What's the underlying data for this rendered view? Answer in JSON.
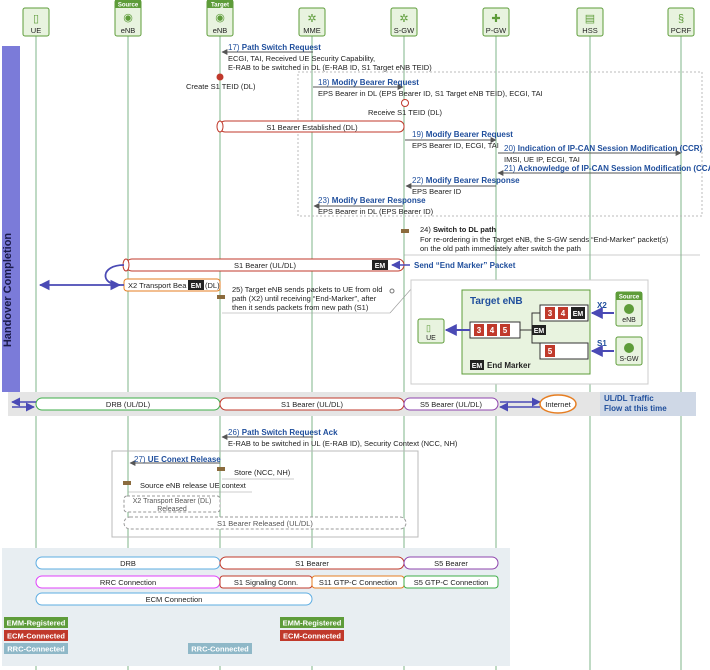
{
  "entities": [
    {
      "name": "UE",
      "role": "",
      "icon": "phone-icon"
    },
    {
      "name": "eNB",
      "role": "Source",
      "icon": "antenna-icon"
    },
    {
      "name": "eNB",
      "role": "Target",
      "icon": "antenna-icon"
    },
    {
      "name": "MME",
      "role": "",
      "icon": "gear-icon"
    },
    {
      "name": "S-GW",
      "role": "",
      "icon": "gear-icon"
    },
    {
      "name": "P-GW",
      "role": "",
      "icon": "router-icon"
    },
    {
      "name": "HSS",
      "role": "",
      "icon": "database-icon"
    },
    {
      "name": "PCRF",
      "role": "",
      "icon": "policy-icon"
    }
  ],
  "phase_label": "Handover Completion",
  "steps": {
    "s17": {
      "num": "17)",
      "title": "Path Switch Request",
      "l1": "ECGI, TAI, Received UE Security Capability,",
      "l2": "E-RAB to be switched in DL (E-RAB ID, S1 Target eNB TEID)"
    },
    "create_teid": "Create S1 TEID (DL)",
    "s18": {
      "num": "18)",
      "title": "Modify Bearer Request",
      "l1": "EPS Bearer in DL (EPS Bearer ID, S1 Target eNB TEID), ECGI, TAI"
    },
    "receive_teid": "Receive S1 TEID (DL)",
    "s1_established": "S1 Bearer Established (DL)",
    "s19": {
      "num": "19)",
      "title": "Modify Bearer Request",
      "l1": "EPS Bearer ID, ECGI, TAI"
    },
    "s20": {
      "num": "20)",
      "title": "Indication of IP-CAN Session Modification (CCR)",
      "l1": "IMSI, UE IP, ECGI, TAI"
    },
    "s21": {
      "num": "21)",
      "title": "Acknowledge of IP-CAN Session Modification (CCA)"
    },
    "s22": {
      "num": "22)",
      "title": "Modify Bearer Response",
      "l1": "EPS Bearer ID"
    },
    "s23": {
      "num": "23)",
      "title": "Modify Bearer Response",
      "l1": "EPS Bearer in DL (EPS Bearer ID)"
    },
    "s24": {
      "num": "24)",
      "title": "Switch to DL path",
      "l1": "For re-ordering in the Target eNB, the S-GW sends “End-Marker” packet(s)",
      "l2": "on the old path immediately after switch the path"
    },
    "s1_ul_dl": "S1 Bearer (UL/DL)",
    "em": "EM",
    "send_end_marker": "Send “End Marker” Packet",
    "x2_transport": "X2 Transport Bea",
    "x2_tail": "(DL)",
    "s25": {
      "num": "25)",
      "l1": "Target eNB sends packets to UE from old",
      "l2": "path (X2) until receiving “End-Marker”, after",
      "l3": "then it sends packets from new path (S1)"
    },
    "s26": {
      "num": "26)",
      "title": "Path Switch Request Ack",
      "l1": "E-RAB to be switched in UL (E-RAB ID), Security Context (NCC, NH)"
    },
    "s27": {
      "num": "27)",
      "title": "UE Conext Release"
    },
    "store": "Store (NCC, NH)",
    "source_release": "Source eNB release UE context",
    "x2_released_l1": "X2 Transport Bearer (DL)",
    "x2_released_l2": "Released",
    "s1_released": "S1 Bearer Released (UL/DL)"
  },
  "inset": {
    "title": "Target eNB",
    "x2": "X2",
    "s1": "S1",
    "source_role": "Source",
    "source_name": "eNB",
    "sgw": "S-GW",
    "ue": "UE",
    "em": "EM",
    "end_marker": "End Marker",
    "pk3": "3",
    "pk4": "4",
    "pk5": "5"
  },
  "traffic": {
    "drb": "DRB (UL/DL)",
    "s1": "S1 Bearer (UL/DL)",
    "s5": "S5 Bearer (UL/DL)",
    "internet": "Internet",
    "flow_l1": "UL/DL Traffic",
    "flow_l2": "Flow at this time"
  },
  "summary": {
    "drb": "DRB",
    "s1": "S1 Bearer",
    "s5": "S5 Bearer",
    "rrc": "RRC Connection",
    "s1sig": "S1 Signaling Conn.",
    "s11": "S11 GTP-C Connection",
    "s5c": "S5 GTP-C Connection",
    "ecm": "ECM Connection"
  },
  "states": {
    "emm": "EMM-Registered",
    "ecm": "ECM-Connected",
    "rrc": "RRC-Connected"
  },
  "colors": {
    "accent": "#1f4e9c",
    "bracket": "#7b7bd9",
    "lifeline": "#7fb58a",
    "drb": "#3fae49",
    "s1": "#c0392b",
    "s5": "#8e44ad",
    "rrc": "#e040fb",
    "ecm": "#5dade2",
    "internet": "#e67e22",
    "packet": "#c0392b",
    "emm": "#5e9c3a",
    "rrcstate": "#8fb8c8"
  }
}
